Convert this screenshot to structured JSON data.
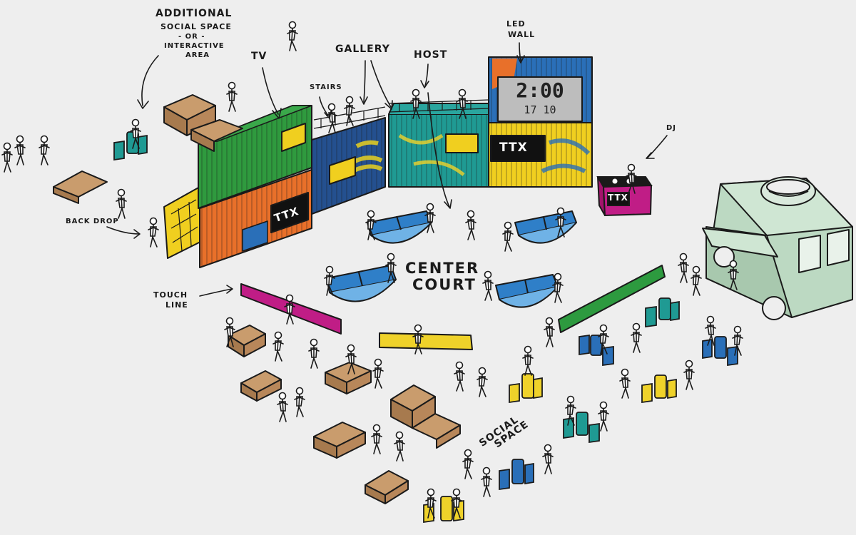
{
  "labels": {
    "additional": "Additional",
    "social_space_top": "Social Space",
    "or": "- or -",
    "interactive": "Interactive",
    "area": "Area",
    "tv": "TV",
    "stairs": "Stairs",
    "gallery": "Gallery",
    "host": "Host",
    "led": "LED",
    "wall": "Wall",
    "dj": "DJ",
    "back_drop": "Back Drop",
    "center": "Center",
    "court": "Court",
    "touch": "Touch",
    "line": "Line",
    "social": "Social",
    "space": "Space"
  },
  "brand": {
    "logo_text": "TTX"
  },
  "led_display": {
    "time": "2:00",
    "score": "17 10"
  },
  "colors": {
    "background": "#eeeeee",
    "container_green": "#2f9a3e",
    "container_orange": "#e8702a",
    "container_navy": "#24508f",
    "container_teal": "#1f9a93",
    "container_blue": "#2a6fb8",
    "container_yellow": "#f0cf1f",
    "table_blue": "#2f7fc8",
    "touch_magenta": "#c01d86",
    "touch_yellow": "#efd22a",
    "touch_green": "#2d9a3f",
    "pallet": "#b8875a",
    "food_truck": "#bcd9c2"
  }
}
